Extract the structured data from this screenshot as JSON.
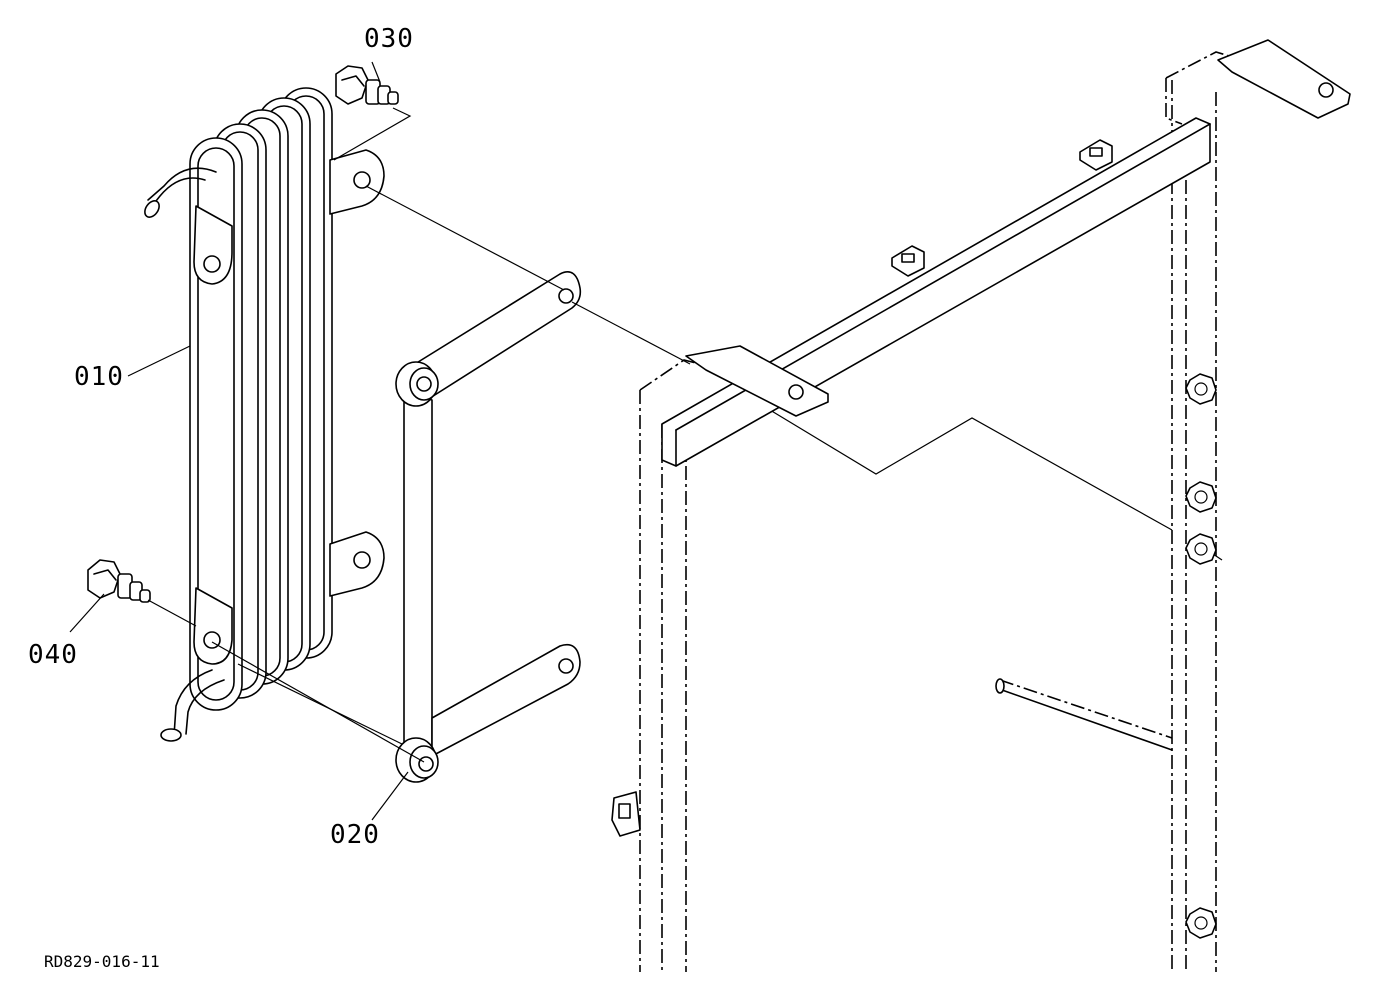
{
  "callouts": {
    "part_010": "010",
    "part_020": "020",
    "part_030": "030",
    "part_040": "040"
  },
  "drawing_ref": "RD829-016-11",
  "colors": {
    "line": "#000000",
    "background": "#ffffff"
  }
}
